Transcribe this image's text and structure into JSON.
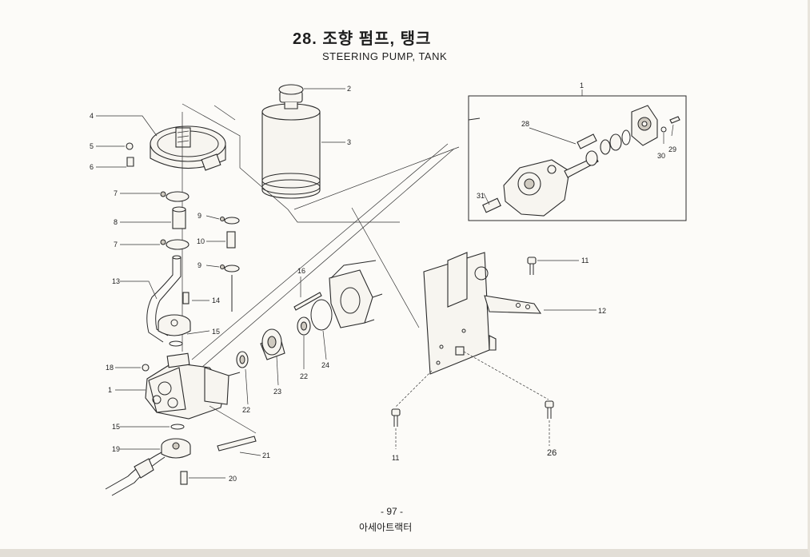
{
  "header": {
    "title_ko": "28. 조향 펌프, 탱크",
    "title_en": "STEERING PUMP, TANK"
  },
  "callouts": {
    "c1_pump": "1",
    "c1_box": "1",
    "c2": "2",
    "c3": "3",
    "c4": "4",
    "c5": "5",
    "c6": "6",
    "c7_top": "7",
    "c7_bottom": "7",
    "c8": "8",
    "c9_top": "9",
    "c9_bottom": "9",
    "c10": "10",
    "c11_top": "11",
    "c11_bottom": "11",
    "c12": "12",
    "c13": "13",
    "c14": "14",
    "c15_top": "15",
    "c15_bottom": "15",
    "c16": "16",
    "c18": "18",
    "c19": "19",
    "c20": "20",
    "c21": "21",
    "c22_a": "22",
    "c22_b": "22",
    "c23": "23",
    "c24": "24",
    "c26": "26",
    "c28": "28",
    "c29": "29",
    "c30": "30",
    "c31": "31"
  },
  "footer": {
    "page_number": "- 97 -",
    "publisher": "아세아트랙터"
  }
}
